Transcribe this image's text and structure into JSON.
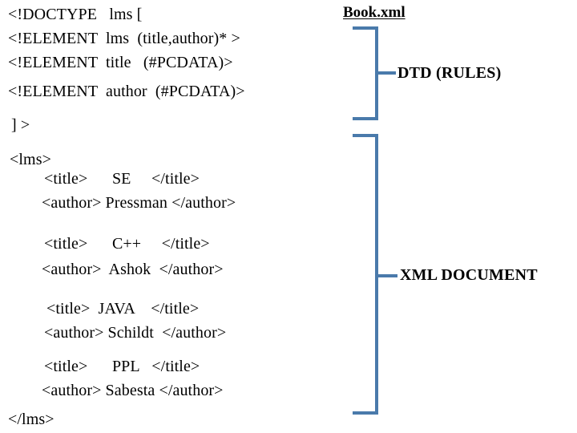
{
  "accent_color": "#4A7AAB",
  "background_color": "#FFFFFF",
  "text_color": "#000000",
  "document": {
    "title": "Book.xml",
    "dtd_section": {
      "label": "DTD (RULES)",
      "lines": [
        "<!DOCTYPE   lms [",
        "<!ELEMENT  lms  (title,author)* >",
        "<!ELEMENT  title   (#PCDATA)>",
        "<!ELEMENT  author  (#PCDATA)>",
        "] >"
      ]
    },
    "xml_section": {
      "label": "XML DOCUMENT",
      "root_open": "<lms>",
      "root_close": "</lms>",
      "records": [
        {
          "title_line": "<title>      SE     </title>",
          "author_line": "<author> Pressman </author>",
          "title_value": "SE",
          "author_value": "Pressman"
        },
        {
          "title_line": "<title>      C++     </title>",
          "author_line": "<author>  Ashok  </author>",
          "title_value": "C++",
          "author_value": "Ashok"
        },
        {
          "title_line": "<title>  JAVA    </title>",
          "author_line": "<author> Schildt  </author>",
          "title_value": "JAVA",
          "author_value": "Schildt"
        },
        {
          "title_line": "<title>      PPL   </title>",
          "author_line": "<author> Sabesta </author>",
          "title_value": "PPL",
          "author_value": "Sabesta"
        }
      ]
    }
  }
}
